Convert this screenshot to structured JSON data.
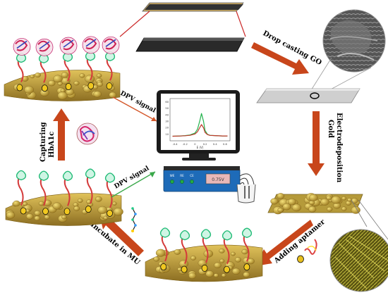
{
  "labels": {
    "drop_casting": "Drop casting GO",
    "gold_line1": "Gold",
    "gold_line2": "Electrodeposition",
    "adding_aptamer": "Adding aptamer",
    "incubate": "Incubate in MU",
    "capturing_line1": "Capturing",
    "capturing_line2": "HbA1c",
    "dpv_top": "DPV signal",
    "dpv_mid": "DPV signal"
  },
  "chart_data": {
    "type": "line",
    "xlabel": "E (V)",
    "ylabel": "",
    "x_ticks": [
      "-0.4",
      "-0.2",
      "0",
      "0.2",
      "0.4",
      "0.6"
    ],
    "y_ticks": [
      "60",
      "50",
      "40",
      "30",
      "20",
      "10"
    ],
    "xlim": [
      -0.5,
      0.7
    ],
    "ylim": [
      0,
      65
    ],
    "series": [
      {
        "x": [
          -0.45,
          -0.3,
          -0.2,
          -0.1,
          0.0,
          0.05,
          0.1,
          0.13,
          0.17,
          0.2,
          0.25,
          0.3,
          0.4,
          0.55,
          0.65
        ],
        "y": [
          7,
          7.5,
          8,
          9,
          12,
          18,
          32,
          42,
          30,
          16,
          10,
          8.5,
          8,
          7.5,
          7.5
        ]
      },
      {
        "x": [
          -0.45,
          -0.3,
          -0.2,
          -0.1,
          0.0,
          0.05,
          0.1,
          0.13,
          0.17,
          0.2,
          0.25,
          0.3,
          0.4,
          0.55,
          0.65
        ],
        "y": [
          7,
          7.4,
          7.8,
          8.5,
          10.5,
          14,
          21,
          25,
          20,
          13,
          9.5,
          8.3,
          8,
          7.5,
          7.5
        ]
      }
    ],
    "colors": [
      "#22b24c",
      "#c0392b"
    ]
  },
  "device": {
    "button_labels": [
      "WE",
      "RE",
      "CE"
    ],
    "display": "0.75V"
  },
  "colors": {
    "arrow": "#c8461b",
    "gold_surface": "#c9a842",
    "green_arrow": "#3aa84a"
  }
}
